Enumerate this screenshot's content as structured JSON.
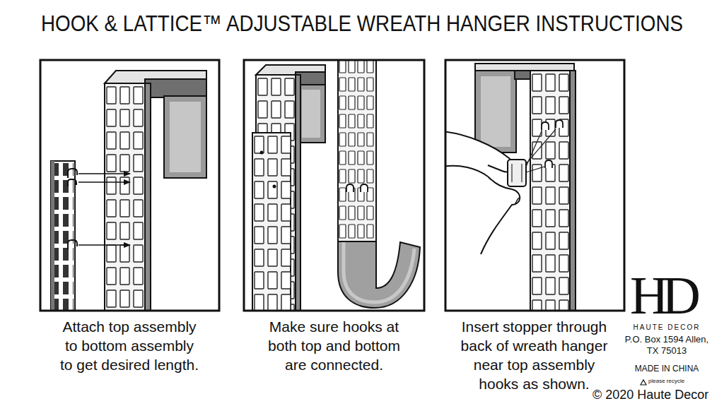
{
  "diagram": {
    "title": "HOOK & LATTICE™ ADJUSTABLE WREATH HANGER INSTRUCTIONS",
    "labels": [
      "Attach top assembly to bottom assembly to get desired length.",
      "Make sure hooks at both top and bottom are connected.",
      "Insert stopper through back of wreath hanger near top assembly hooks as shown.",
      "HD",
      "HAUTE DECOR",
      "P.O. Box 1594 Allen, TX 75013",
      "MADE IN CHINA",
      "please recycle",
      "© 2020 Haute Decor"
    ]
  }
}
